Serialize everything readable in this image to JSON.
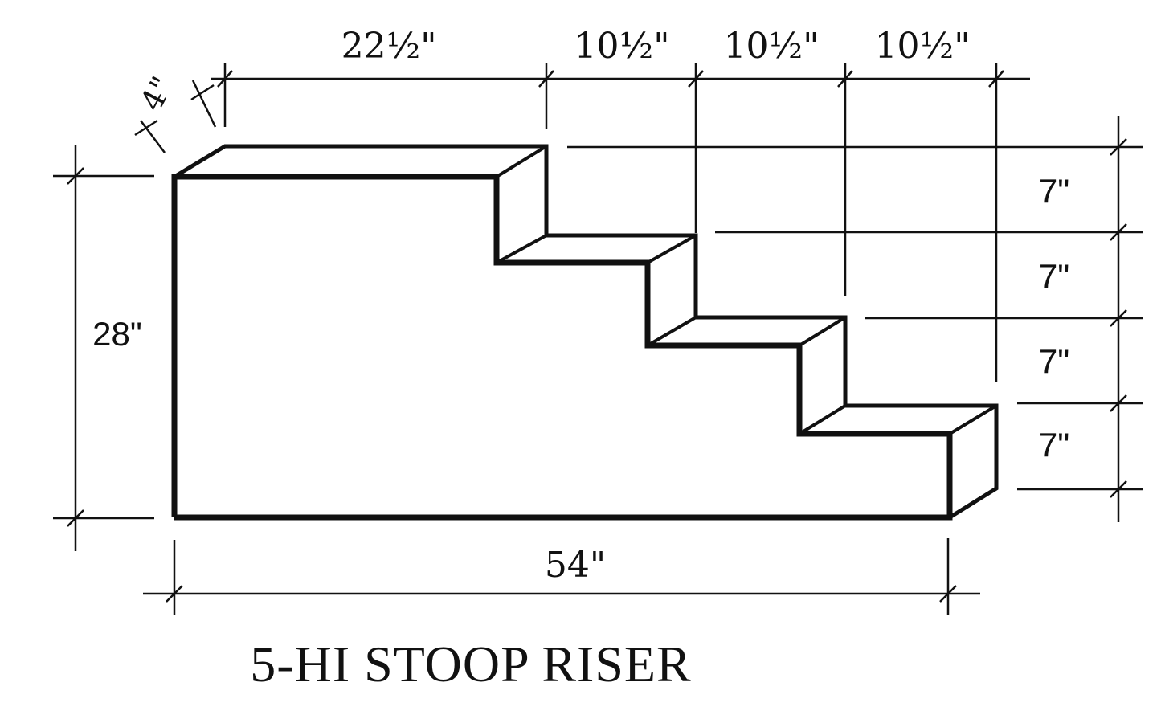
{
  "title": "5-HI STOOP RISER",
  "dimensions": {
    "top_widths": [
      "22½\"",
      "10½\"",
      "10½\"",
      "10½\""
    ],
    "depth": "4\"",
    "rises": [
      "7\"",
      "7\"",
      "7\"",
      "7\""
    ],
    "total_height": "28\"",
    "total_width": "54\""
  },
  "colors": {
    "line": "#111111",
    "background": "#ffffff"
  }
}
